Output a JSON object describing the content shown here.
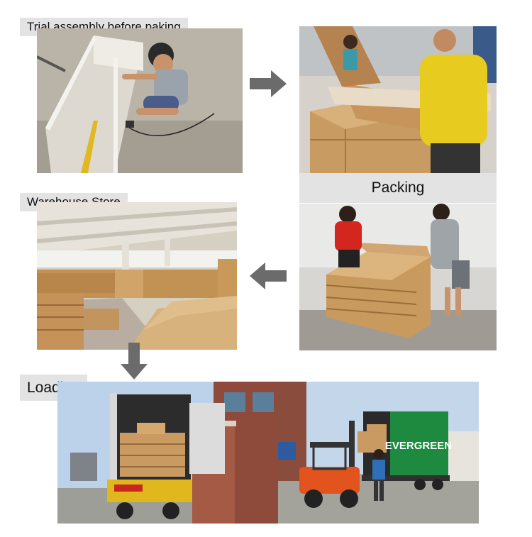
{
  "steps": {
    "trial_assembly": {
      "label": "Trial assembly before paking"
    },
    "packing": {
      "label": "Packing"
    },
    "warehouse": {
      "label": "Warehouse Store"
    },
    "loading": {
      "label": "Loading"
    }
  },
  "signage": {
    "container_brand": "EVERGREEN"
  },
  "colors": {
    "label_bg": "#e3e3e3",
    "arrow": "#6b6b6b",
    "cardboard": "#c89b62",
    "container_green": "#1d8a3f",
    "forklift_orange": "#e2531d"
  }
}
